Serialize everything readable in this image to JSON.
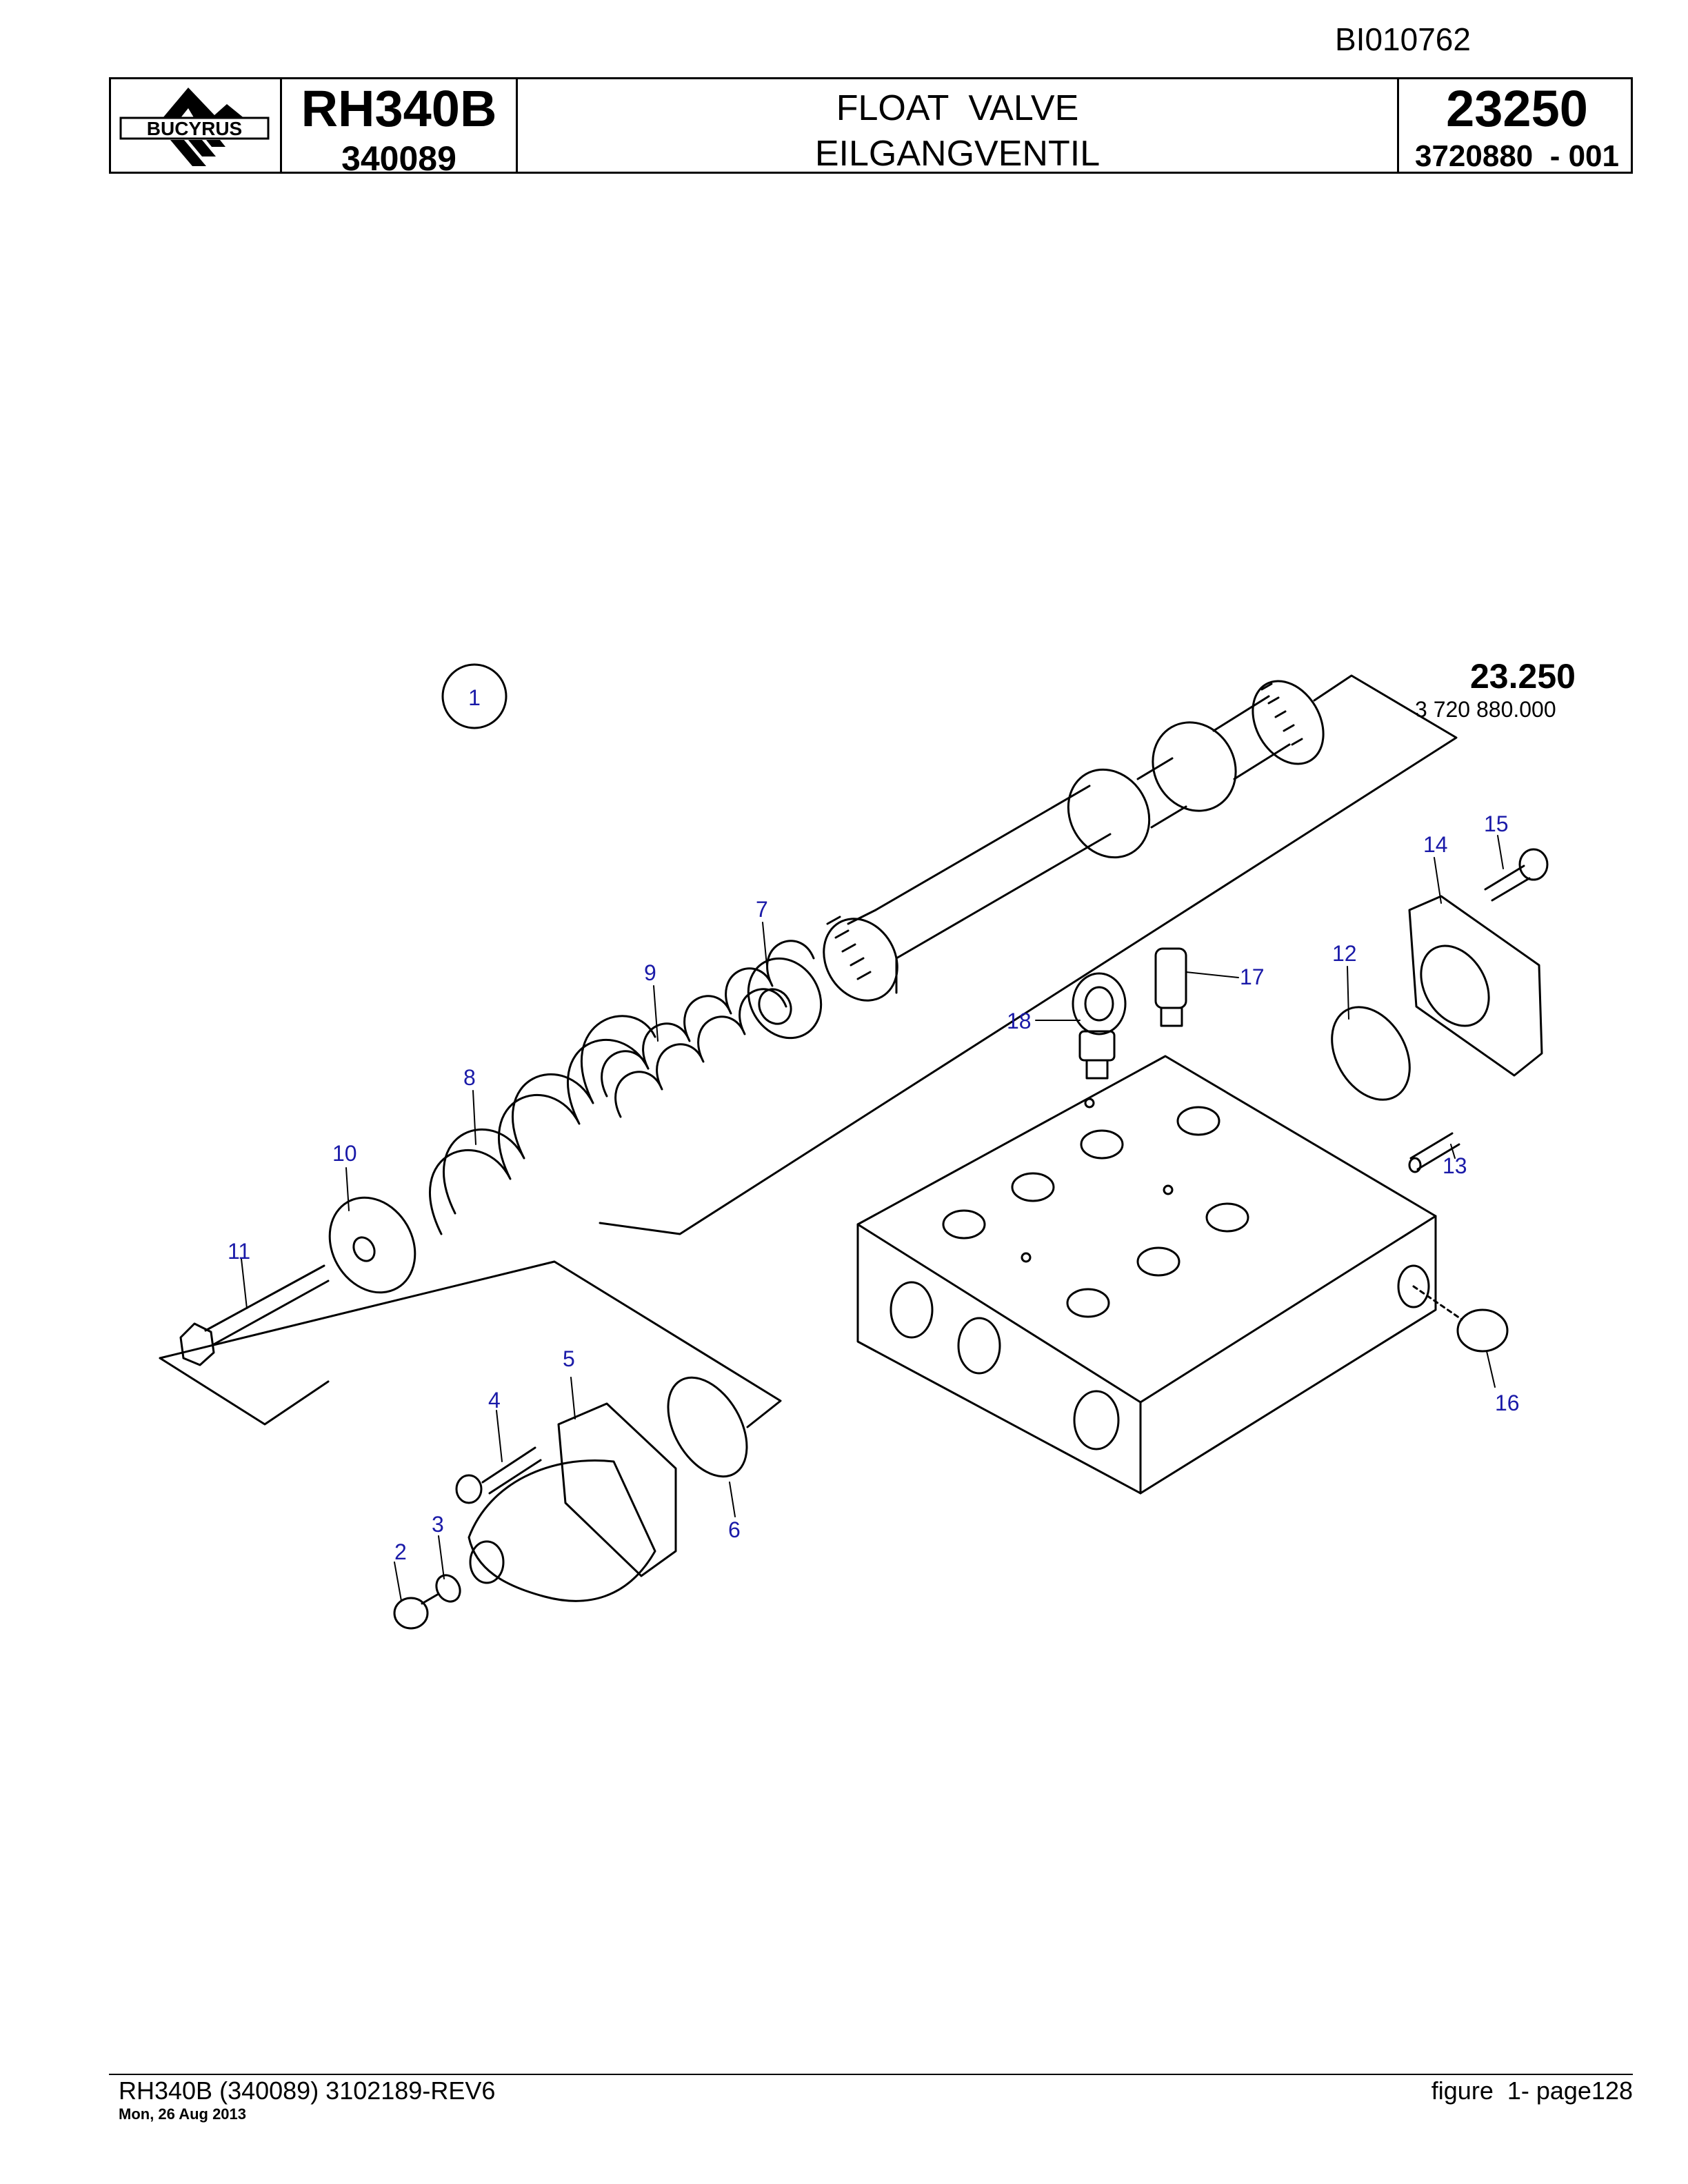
{
  "doc_id": "BI010762",
  "header": {
    "logo_text": "BUCYRUS",
    "model": "RH340B",
    "serial": "340089",
    "title_en": "FLOAT  VALVE",
    "title_de": "EILGANGVENTIL",
    "group": "23250",
    "part_ref": "3720880  - 001"
  },
  "drawing": {
    "figure_marker": "1",
    "assembly_number": "23.250",
    "assembly_part": "3 720 880.000",
    "callouts": [
      "2",
      "3",
      "4",
      "5",
      "6",
      "7",
      "8",
      "9",
      "10",
      "11",
      "12",
      "13",
      "14",
      "15",
      "16",
      "17",
      "18"
    ]
  },
  "footer": {
    "doc_ref": "RH340B (340089) 3102189-REV6",
    "date": "Mon, 26 Aug 2013",
    "page": "figure  1- page128"
  },
  "colors": {
    "callout": "#1a1aa8",
    "line": "#000000"
  }
}
